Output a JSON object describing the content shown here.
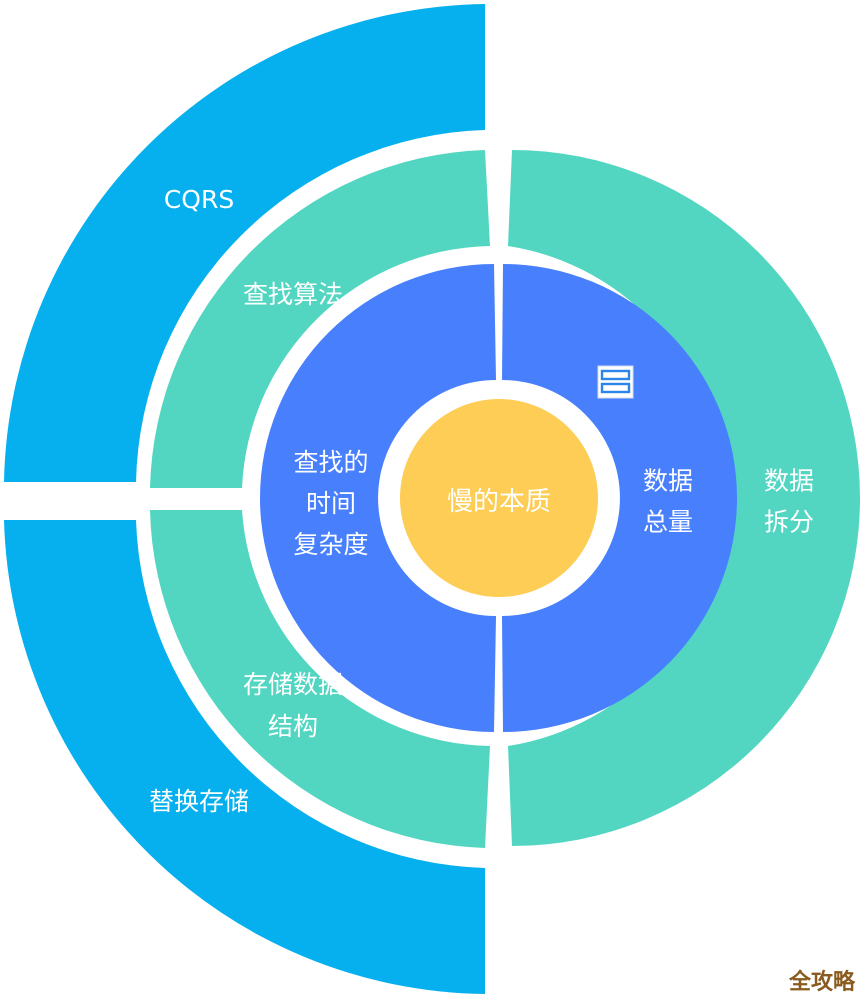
{
  "diagram": {
    "center": {
      "label": "慢的本质",
      "color": "#fdcd55"
    },
    "ring1": {
      "color": "#487ffd",
      "segments": [
        {
          "id": "time-complexity",
          "lines": [
            "查找的",
            "时间",
            "复杂度"
          ]
        },
        {
          "id": "data-volume",
          "lines": [
            "数据",
            "总量"
          ]
        }
      ]
    },
    "ring2": {
      "color": "#52d6c1",
      "segments": [
        {
          "id": "search-algorithm",
          "lines": [
            "查找算法"
          ]
        },
        {
          "id": "storage-structure",
          "lines": [
            "存储数据",
            "结构"
          ]
        },
        {
          "id": "data-split",
          "lines": [
            "数据",
            "拆分"
          ]
        }
      ]
    },
    "ring3": {
      "color": "#06b0ee",
      "segments": [
        {
          "id": "cqrs",
          "lines": [
            "CQRS"
          ]
        },
        {
          "id": "replace-storage",
          "lines": [
            "替换存储"
          ]
        }
      ]
    },
    "label_color": "#ffffff"
  },
  "watermark": {
    "text": "全攻略",
    "color": "#8a5a1e"
  },
  "icons": {
    "stack": "database-stack-icon"
  }
}
